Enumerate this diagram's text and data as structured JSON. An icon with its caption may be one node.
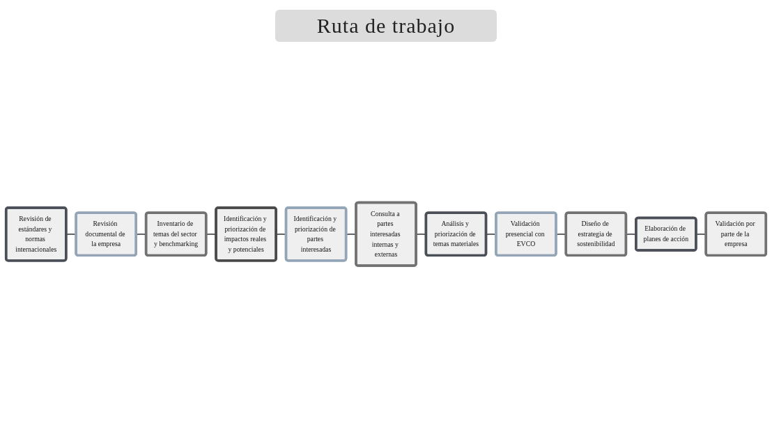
{
  "diagram": {
    "title": "Ruta de trabajo",
    "nodes": [
      {
        "text": [
          "Revisión de estándares y normas internacionales"
        ]
      },
      {
        "text": [
          "Revisión documental de la empresa"
        ]
      },
      {
        "text": [
          "Inventario de temas del sector y benchmarking"
        ]
      },
      {
        "text": [
          "Identificación y priorización de impactos reales y potenciales"
        ]
      },
      {
        "text": [
          "Identificación y priorización de partes interesadas"
        ]
      },
      {
        "text": [
          "Consulta a partes interesadas internas y externas"
        ]
      },
      {
        "text": [
          "Análisis y priorización de temas materiales"
        ]
      },
      {
        "text": [
          "Validación presencial con EVCO"
        ]
      },
      {
        "text": [
          "Diseño de estrategia de sostenibilidad"
        ]
      },
      {
        "text": [
          "Elaboración de planes de acción"
        ]
      },
      {
        "text": [
          "Validación por parte de la empresa"
        ]
      }
    ],
    "edges": [
      {
        "from": 0,
        "to": 1,
        "arrow": "none"
      },
      {
        "from": 1,
        "to": 2,
        "arrow": "none"
      },
      {
        "from": 2,
        "to": 3,
        "arrow": "none"
      },
      {
        "from": 3,
        "to": 4,
        "arrow": "none"
      },
      {
        "from": 4,
        "to": 5,
        "arrow": "none"
      },
      {
        "from": 5,
        "to": 6,
        "arrow": "none"
      },
      {
        "from": 6,
        "to": 7,
        "arrow": "none"
      },
      {
        "from": 7,
        "to": 8,
        "arrow": "none"
      },
      {
        "from": 8,
        "to": 9,
        "arrow": "none"
      },
      {
        "from": 9,
        "to": 10,
        "arrow": "none"
      }
    ]
  }
}
